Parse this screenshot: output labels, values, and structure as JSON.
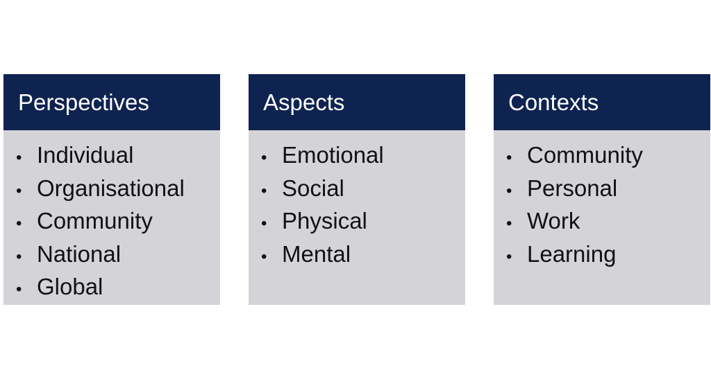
{
  "colors": {
    "header_bg": "#0f2350",
    "header_text": "#ffffff",
    "panel_bg": "#d4d4d8",
    "item_text": "#111111"
  },
  "panels": [
    {
      "title": "Perspectives",
      "items": [
        "Individual",
        "Organisational",
        "Community",
        "National",
        "Global"
      ]
    },
    {
      "title": "Aspects",
      "items": [
        "Emotional",
        "Social",
        "Physical",
        "Mental"
      ]
    },
    {
      "title": "Contexts",
      "items": [
        "Community",
        "Personal",
        "Work",
        "Learning"
      ]
    }
  ]
}
